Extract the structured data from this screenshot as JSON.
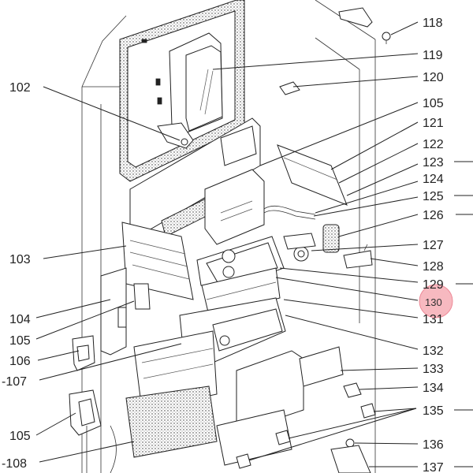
{
  "labels": {
    "l102": "102",
    "l103": "103",
    "l104": "104",
    "l105a": "105",
    "l106": "106",
    "l107": "-107",
    "l105b": "105",
    "l108": "-108",
    "l118": "118",
    "l119": "119",
    "l120": "120",
    "l105r": "105",
    "l121": "121",
    "l122": "122",
    "l123": "123",
    "l124": "124",
    "l125": "125",
    "l126": "126",
    "l127": "127",
    "l128": "128",
    "l129": "129",
    "l130": "130",
    "l131": "131",
    "l132": "132",
    "l133": "133",
    "l134": "134",
    "l135": "135",
    "l136": "136",
    "l137": "137"
  },
  "highlight": {
    "label": "130",
    "color": "#f7b9c0",
    "border_color": "#ee8a98"
  }
}
